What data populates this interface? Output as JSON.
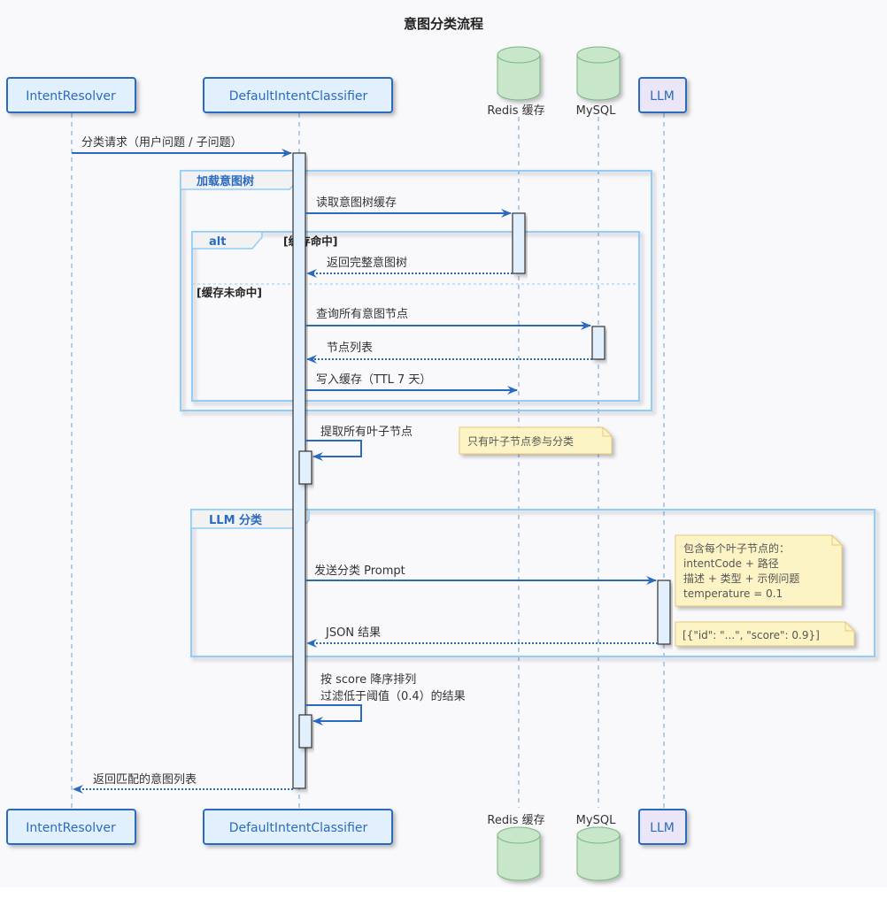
{
  "title": "意图分类流程",
  "participants": [
    {
      "id": "resolver",
      "label": "IntentResolver",
      "type": "participant",
      "fill": "#e1f0fc"
    },
    {
      "id": "classifier",
      "label": "DefaultIntentClassifier",
      "type": "participant",
      "fill": "#e1f0fc"
    },
    {
      "id": "redis",
      "label": "Redis 缓存",
      "type": "database",
      "fill": "#c8e6c9"
    },
    {
      "id": "mysql",
      "label": "MySQL",
      "type": "database",
      "fill": "#c8e6c9"
    },
    {
      "id": "llm",
      "label": "LLM",
      "type": "participant",
      "fill": "#ebe6f7"
    }
  ],
  "colors": {
    "accent": "#2a6bbf",
    "frame": "#90cdf9",
    "lifeline": "#6a9fd8",
    "note_fill": "#fdf4c5",
    "note_border": "#e8c877",
    "activation_fill": "#e1f0fc"
  },
  "messages": [
    {
      "from": "resolver",
      "to": "classifier",
      "label": "分类请求（用户问题 / 子问题）",
      "style": "solid"
    },
    {
      "from": "classifier",
      "to": "redis",
      "label": "读取意图树缓存",
      "style": "solid"
    },
    {
      "from": "redis",
      "to": "classifier",
      "label": "返回完整意图树",
      "style": "dotted"
    },
    {
      "from": "classifier",
      "to": "mysql",
      "label": "查询所有意图节点",
      "style": "solid"
    },
    {
      "from": "mysql",
      "to": "classifier",
      "label": "节点列表",
      "style": "dotted"
    },
    {
      "from": "classifier",
      "to": "redis",
      "label": "写入缓存（TTL 7 天）",
      "style": "solid"
    },
    {
      "from": "classifier",
      "to": "classifier",
      "label": "提取所有叶子节点",
      "style": "self"
    },
    {
      "from": "classifier",
      "to": "llm",
      "label": "发送分类 Prompt",
      "style": "solid"
    },
    {
      "from": "llm",
      "to": "classifier",
      "label": "JSON 结果",
      "style": "dotted"
    },
    {
      "from": "classifier",
      "to": "classifier",
      "label_lines": [
        "按 score 降序排列",
        "过滤低于阈值（0.4）的结果"
      ],
      "style": "self"
    },
    {
      "from": "classifier",
      "to": "resolver",
      "label": "返回匹配的意图列表",
      "style": "dotted"
    }
  ],
  "frames": [
    {
      "label": "加载意图树"
    },
    {
      "label": "alt",
      "guards": [
        "[缓存命中]",
        "[缓存未命中]"
      ]
    },
    {
      "label": "LLM 分类"
    }
  ],
  "notes": [
    {
      "lines": [
        "只有叶子节点参与分类"
      ]
    },
    {
      "lines": [
        "包含每个叶子节点的：",
        "intentCode + 路径",
        "描述 + 类型 + 示例问题",
        "temperature = 0.1"
      ]
    },
    {
      "lines": [
        "[{\"id\": \"...\", \"score\": 0.9}]"
      ]
    }
  ]
}
